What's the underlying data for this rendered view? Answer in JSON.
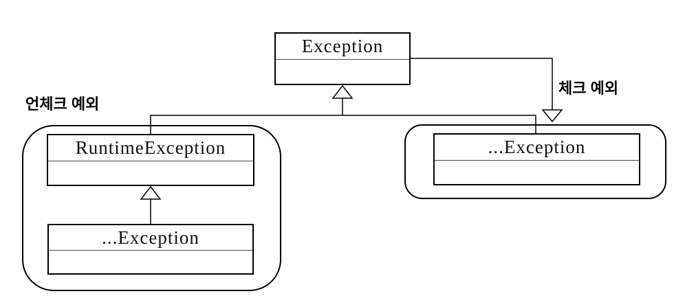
{
  "diagram": {
    "background": "#ffffff",
    "line_color": "#000000",
    "exception": {
      "name": "Exception"
    },
    "unchecked": {
      "label": "언체크 예외",
      "runtime": {
        "name": "RuntimeException"
      },
      "subclass": {
        "name": "...Exception"
      }
    },
    "checked": {
      "label": "체크 예외",
      "subclass": {
        "name": "...Exception"
      }
    }
  }
}
